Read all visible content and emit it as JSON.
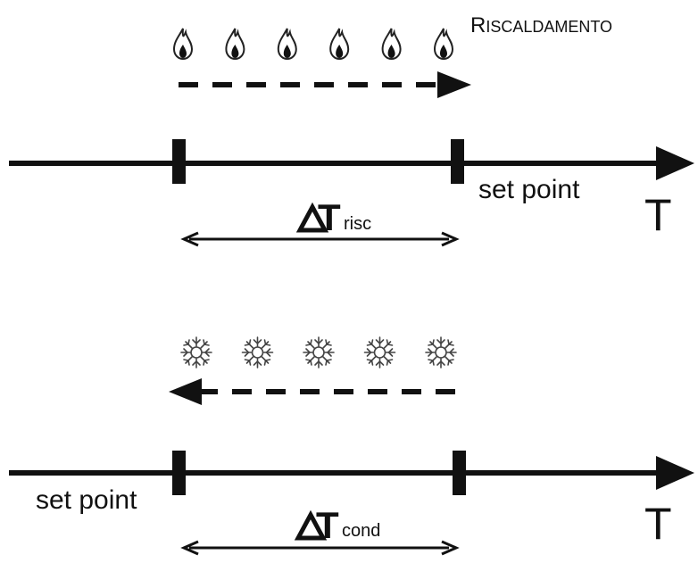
{
  "heating": {
    "title": "Riscaldamento",
    "setpoint_label": "set point",
    "axis_label": "T",
    "delta_symbol": "T",
    "delta_subscript": "risc",
    "icon_count": 6,
    "icon_name": "flame-icon",
    "flow_direction": "right"
  },
  "cooling": {
    "setpoint_label": "set point",
    "axis_label": "T",
    "delta_symbol": "T",
    "delta_subscript": "cond",
    "icon_count": 5,
    "icon_name": "snowflake-icon",
    "flow_direction": "left"
  },
  "colors": {
    "ink": "#111111",
    "icon_fill": "#ffffff",
    "icon_stroke": "#333333"
  }
}
